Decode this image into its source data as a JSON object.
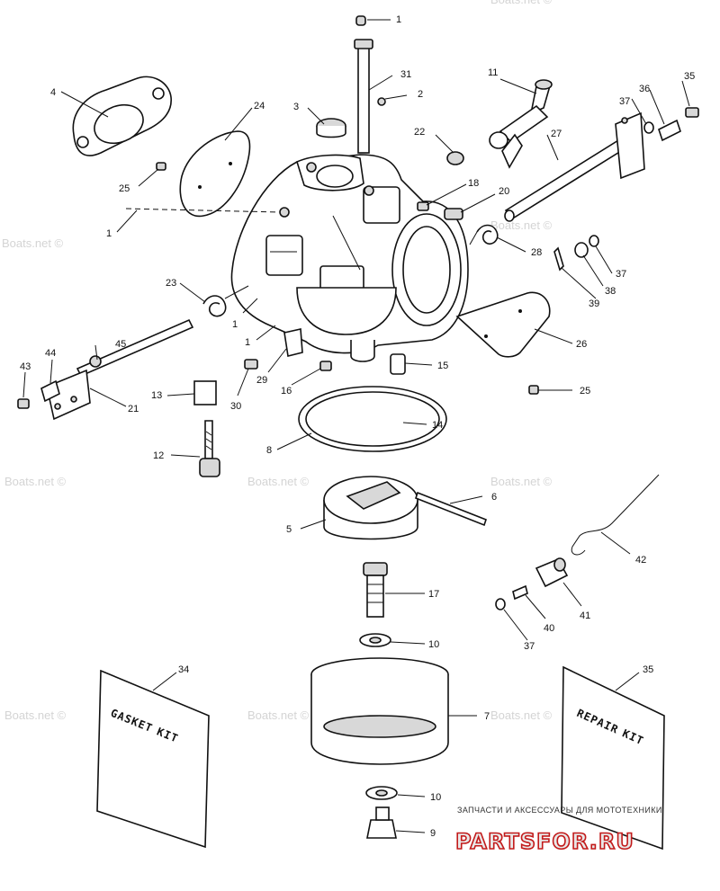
{
  "watermark": "Boats.net ©",
  "callouts": {
    "n1": "1",
    "n2": "2",
    "n3": "3",
    "n4": "4",
    "n5": "5",
    "n6": "6",
    "n7": "7",
    "n8": "8",
    "n9": "9",
    "n10": "10",
    "n11": "11",
    "n12": "12",
    "n13": "13",
    "n14": "14",
    "n15": "15",
    "n16": "16",
    "n17": "17",
    "n18": "18",
    "n20": "20",
    "n21": "21",
    "n22": "22",
    "n23": "23",
    "n24": "24",
    "n25": "25",
    "n26": "26",
    "n27": "27",
    "n28": "28",
    "n29": "29",
    "n30": "30",
    "n31": "31",
    "n34": "34",
    "n35": "35",
    "n36": "36",
    "n37": "37",
    "n38": "38",
    "n39": "39",
    "n40": "40",
    "n41": "41",
    "n42": "42",
    "n43": "43",
    "n44": "44",
    "n45": "45"
  },
  "kits": {
    "gasket_line1": "GASKET",
    "gasket_line2": "KIT",
    "repair_line1": "REPAIR",
    "repair_line2": "KIT"
  },
  "ad": {
    "tagline": "ЗАПЧАСТИ И АКСЕССУАРЫ ДЛЯ МОТОТЕХНИКИ",
    "brand": "PARTSFOR.RU",
    "brand_color": "#c21a1a"
  }
}
